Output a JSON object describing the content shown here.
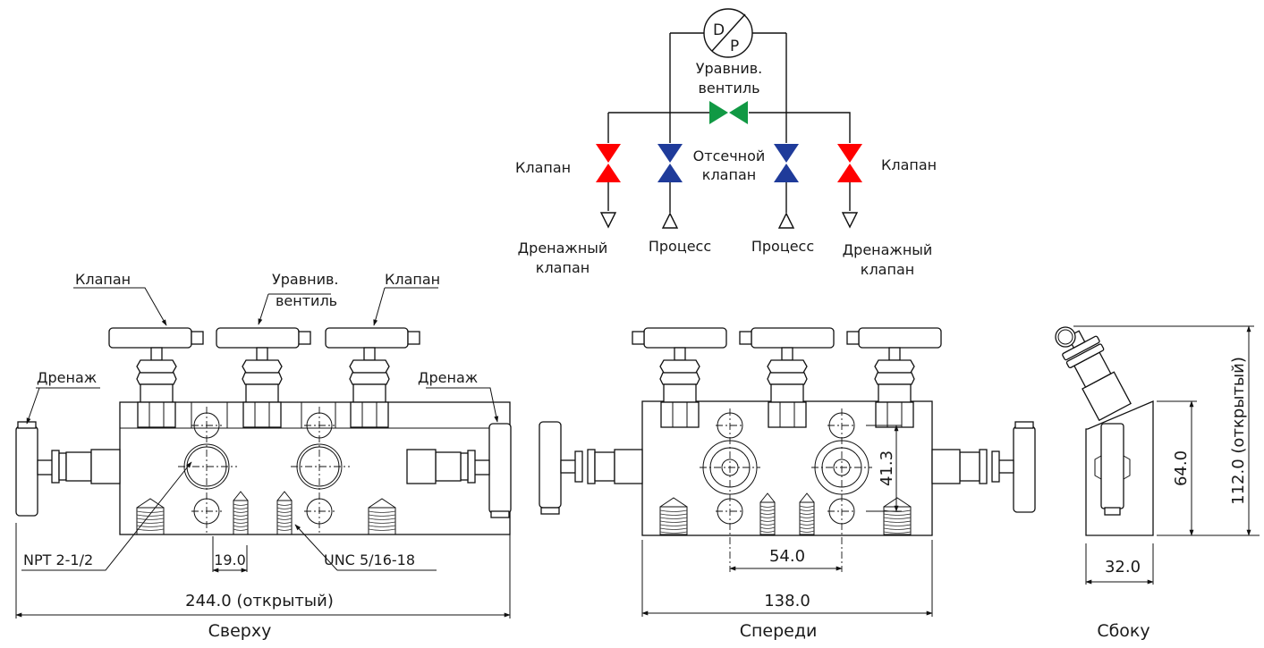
{
  "schematic": {
    "gauge": {
      "top": "D",
      "bottom": "P"
    },
    "equalizer_label": [
      "Уравнив.",
      "вентиль"
    ],
    "left_valve_label": "Клапан",
    "right_valve_label": "Клапан",
    "block_valve_label": [
      "Отсечной",
      "клапан"
    ],
    "left_drain_label": [
      "Дренажный",
      "клапан"
    ],
    "right_drain_label": [
      "Дренажный",
      "клапан"
    ],
    "process_left_label": "Процесс",
    "process_right_label": "Процесс",
    "colors": {
      "drain_valve": "#ff0000",
      "block_valve": "#1f3b9a",
      "equalizer": "#119944",
      "line": "#111111"
    }
  },
  "top_view": {
    "title": "Сверху",
    "callouts": {
      "valve_left": "Клапан",
      "equalizer": [
        "Уравнив.",
        "вентиль"
      ],
      "valve_right": "Клапан",
      "drain_left": "Дренаж",
      "drain_right": "Дренаж",
      "npt": "NPT 2-1/2",
      "unc": "UNC 5/16-18"
    },
    "dims": {
      "bolt_pitch": "19.0",
      "overall_width": "244.0 (открытый)"
    }
  },
  "front_view": {
    "title": "Спереди",
    "dims": {
      "port_spacing": "54.0",
      "overall_width": "138.0",
      "vertical_spacing": "41.3"
    }
  },
  "side_view": {
    "title": "Сбоку",
    "dims": {
      "depth": "32.0",
      "body_height": "64.0",
      "overall_height": "112.0 (открытый)"
    }
  }
}
